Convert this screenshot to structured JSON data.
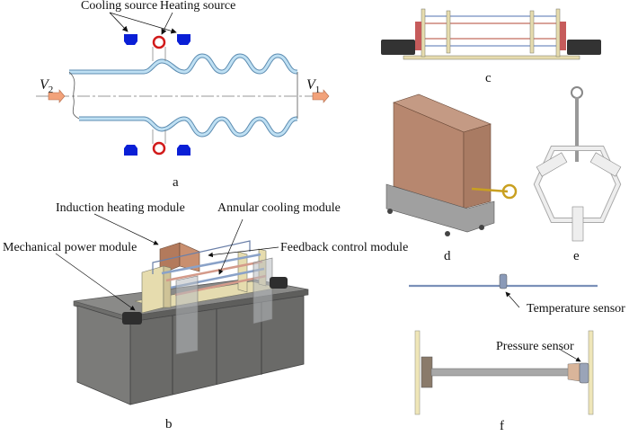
{
  "panel_a": {
    "caption": "a",
    "labels": {
      "cooling": "Cooling source",
      "heating": "Heating source"
    },
    "v2": "V",
    "v2_sub": "2",
    "v1": "V",
    "v1_sub": "1",
    "colors": {
      "tube_fill": "#bfe0f3",
      "tube_stroke": "#5b8bb0",
      "cooling": "#0a1fd6",
      "heating": "#d11a1a",
      "arrow": "#f2a27a"
    }
  },
  "panel_b": {
    "caption": "b",
    "labels": {
      "induction": "Induction heating module",
      "annular": "Annular cooling module",
      "mechanical": "Mechanical power module",
      "feedback": "Feedback control module"
    }
  },
  "panel_c": {
    "caption": "c"
  },
  "panel_d": {
    "caption": "d"
  },
  "panel_e": {
    "caption": "e"
  },
  "panel_f": {
    "caption": "f",
    "labels": {
      "temperature": "Temperature sensor",
      "pressure": "Pressure sensor"
    }
  }
}
